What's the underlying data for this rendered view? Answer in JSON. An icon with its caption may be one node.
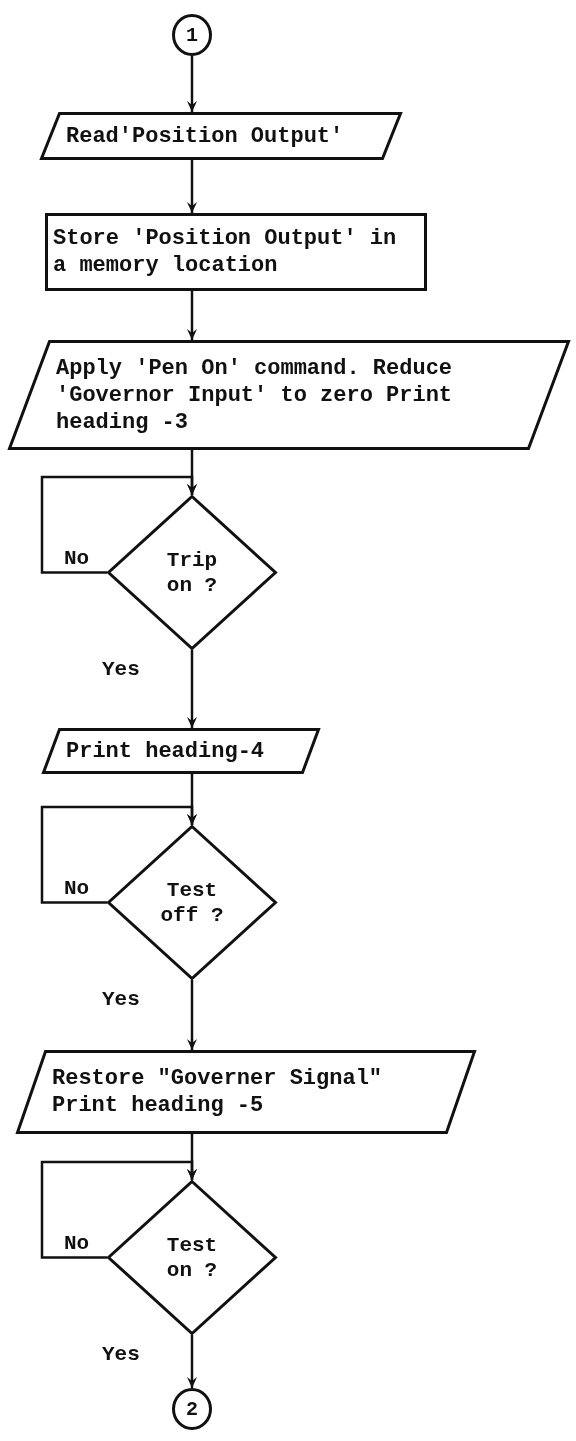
{
  "diagram": {
    "nodes": [
      {
        "text": [
          "1"
        ]
      },
      {
        "text": [
          "Read'Position Output'"
        ]
      },
      {
        "text": [
          "Store 'Position Output' in a memory location"
        ]
      },
      {
        "text": [
          "Apply 'Pen On' command. Reduce 'Governor Input' to zero Print heading -3"
        ]
      },
      {
        "text": [
          "Trip on ?"
        ]
      },
      {
        "text": [
          "Print heading-4"
        ]
      },
      {
        "text": [
          "Test off ?"
        ]
      },
      {
        "text": [
          "Restore \"Governer Signal\" Print heading -5"
        ]
      },
      {
        "text": [
          "Test on ?"
        ]
      },
      {
        "text": [
          "2"
        ]
      }
    ],
    "edges": [
      {
        "from": 0,
        "to": 1,
        "arrow": "to"
      },
      {
        "from": 1,
        "to": 2,
        "arrow": "to"
      },
      {
        "from": 2,
        "to": 3,
        "arrow": "to"
      },
      {
        "from": 3,
        "to": 4,
        "arrow": "to"
      },
      {
        "from": 4,
        "to": 4,
        "arrow": "to",
        "label": "No"
      },
      {
        "from": 4,
        "to": 5,
        "arrow": "to",
        "label": "Yes"
      },
      {
        "from": 5,
        "to": 6,
        "arrow": "to"
      },
      {
        "from": 6,
        "to": 6,
        "arrow": "to",
        "label": "No"
      },
      {
        "from": 6,
        "to": 7,
        "arrow": "to",
        "label": "Yes"
      },
      {
        "from": 7,
        "to": 8,
        "arrow": "to"
      },
      {
        "from": 8,
        "to": 8,
        "arrow": "to",
        "label": "No"
      },
      {
        "from": 8,
        "to": 9,
        "arrow": "to",
        "label": "Yes"
      }
    ]
  }
}
